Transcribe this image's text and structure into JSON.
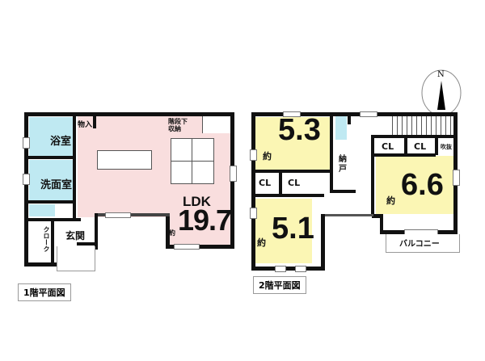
{
  "floor1": {
    "title": "1階平面図",
    "rooms": {
      "bath": "浴室",
      "storage": "物入",
      "understairs": "階段下\n収納",
      "washroom": "洗面室",
      "closet": "クローク",
      "entrance": "玄関",
      "ldk_label": "LDK",
      "ldk_prefix": "約",
      "ldk_size": "19.7"
    }
  },
  "floor2": {
    "title": "2階平面図",
    "rooms": {
      "r1_prefix": "約",
      "r1_size": "5.3",
      "r2_prefix": "約",
      "r2_size": "5.1",
      "r3_prefix": "約",
      "r3_size": "6.6",
      "cl": "CL",
      "nando": "納\n戸",
      "fukinuke": "吹抜",
      "balcony": "バルコニー"
    }
  },
  "compass": {
    "label": "N"
  },
  "colors": {
    "ldk": "#f9dede",
    "wet": "#bfe9f2",
    "bedroom": "#fbf6b4",
    "wall": "#111111"
  }
}
